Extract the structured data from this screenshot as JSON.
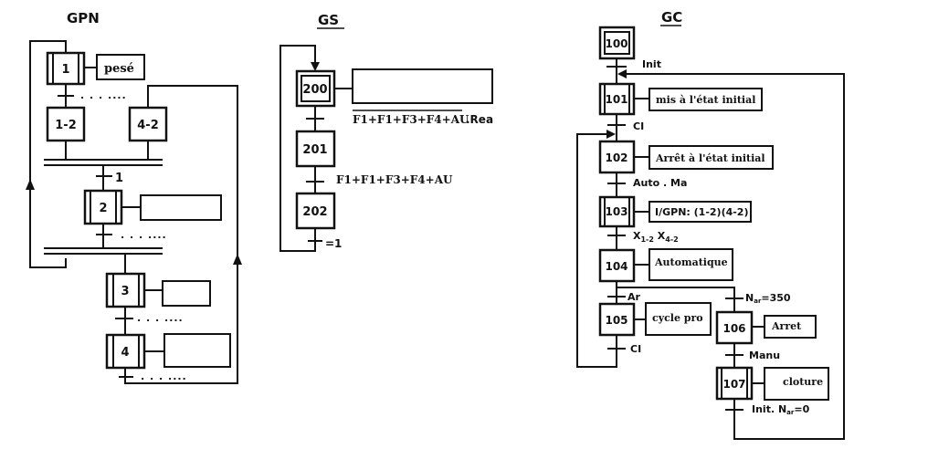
{
  "gpn": {
    "title": "GPN",
    "steps": {
      "s1": "1",
      "s1_2": "1-2",
      "s4_2": "4-2",
      "s2": "2",
      "s3": "3",
      "s4": "4"
    },
    "actions": {
      "s1": "pesé",
      "s2": "",
      "s3": "",
      "s4": ""
    },
    "transitions": {
      "t1": ". . . ....",
      "t_sync": "1",
      "t2": ". . . ....",
      "t3": ". . . ....",
      "t4": ". . . ...."
    }
  },
  "gs": {
    "title": "GS",
    "steps": {
      "s200": "200",
      "s201": "201",
      "s202": "202"
    },
    "actions": {
      "s200": ""
    },
    "transitions": {
      "t200_overlined": "F1+F1+F3+F4+AU",
      "t200_suffix": ".Rea",
      "t201": "F1+F1+F3+F4+AU",
      "t202": "=1"
    }
  },
  "gc": {
    "title": "GC",
    "steps": {
      "s100": "100",
      "s101": "101",
      "s102": "102",
      "s103": "103",
      "s104": "104",
      "s105": "105",
      "s106": "106",
      "s107": "107"
    },
    "actions": {
      "s101": "mis à l'état initial",
      "s102": "Arrêt à l'état initial",
      "s103": "I/GPN: (1-2)(4-2)",
      "s104": "Automatique",
      "s105": "cycle pro",
      "s106": "Arret",
      "s107": "cloture"
    },
    "transitions": {
      "t100": "Init",
      "t101": "CI",
      "t102": "Auto . Ma",
      "t103_x1": "X",
      "t103_s1": "1-2",
      "t103_x2": " X",
      "t103_s2": "4-2",
      "t104a": "Ar",
      "t104b_n": "N",
      "t104b_sub": "ar",
      "t104b_val": "=350",
      "t105": "CI",
      "t106": "Manu",
      "t107_pre": "Init. N",
      "t107_sub": "ar",
      "t107_val": "=0"
    }
  }
}
